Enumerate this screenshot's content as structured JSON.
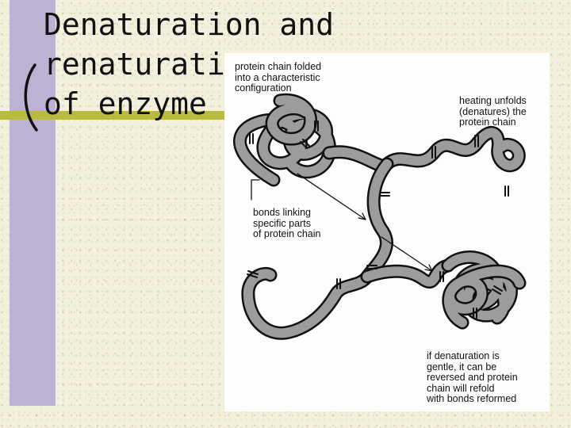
{
  "slide": {
    "title": "Denaturation and renaturation\nof enzyme"
  },
  "diagram": {
    "labels": {
      "folded": "protein chain folded\ninto a characteristic\nconfiguration",
      "heating": "heating unfolds\n(denatures) the\nprotein chain",
      "bonds": "bonds linking\nspecific parts\nof protein chain",
      "renature": "if denaturation is\ngentle, it can be\nreversed and protein\nchain will refold\nwith bonds reformed"
    }
  },
  "colors": {
    "background": "#f4f0de",
    "sidebar": "#bcb3d4",
    "accent_line": "#b9bb3c",
    "chain_fill": "#9c9c9c",
    "chain_outline": "#111111"
  }
}
